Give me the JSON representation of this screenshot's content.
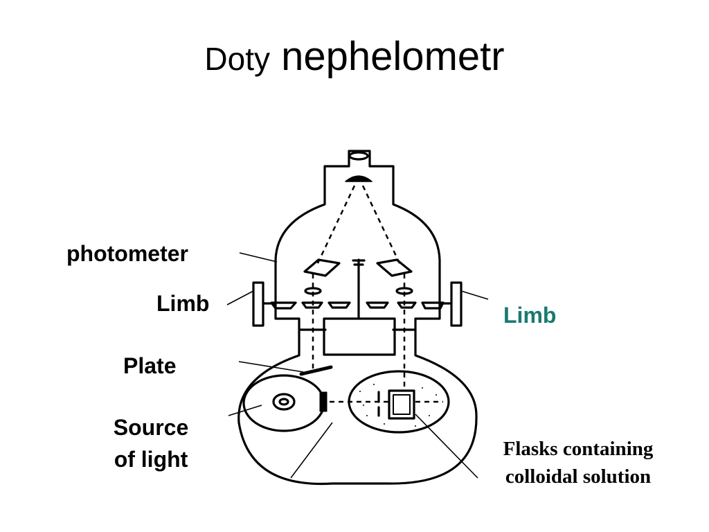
{
  "slide": {
    "title_part1": "Doty",
    "title_part2": "nephelometr"
  },
  "labels": {
    "photometer": "photometer",
    "limb_left": "Limb",
    "limb_right": "Limb",
    "plate": "Plate",
    "source_line1": "Source",
    "source_line2": "of light",
    "flasks_line1": "Flasks containing",
    "flasks_line2": "colloidal solution"
  },
  "colors": {
    "text": "#000000",
    "accent": "#1a7a6e",
    "background": "#ffffff"
  }
}
